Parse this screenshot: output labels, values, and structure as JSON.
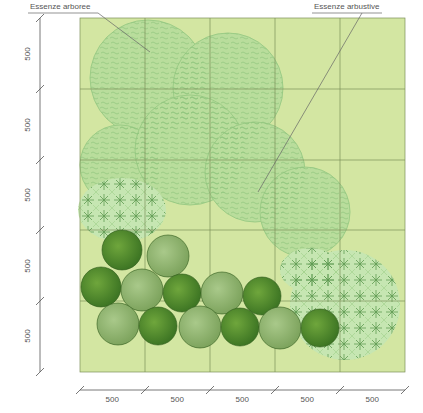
{
  "diagram": {
    "labels": [
      "Essenze arboree",
      "Essenze arbustive",
      "500",
      "500",
      "500",
      "500",
      "500",
      "500",
      "500",
      "500",
      "500",
      "500"
    ]
  }
}
